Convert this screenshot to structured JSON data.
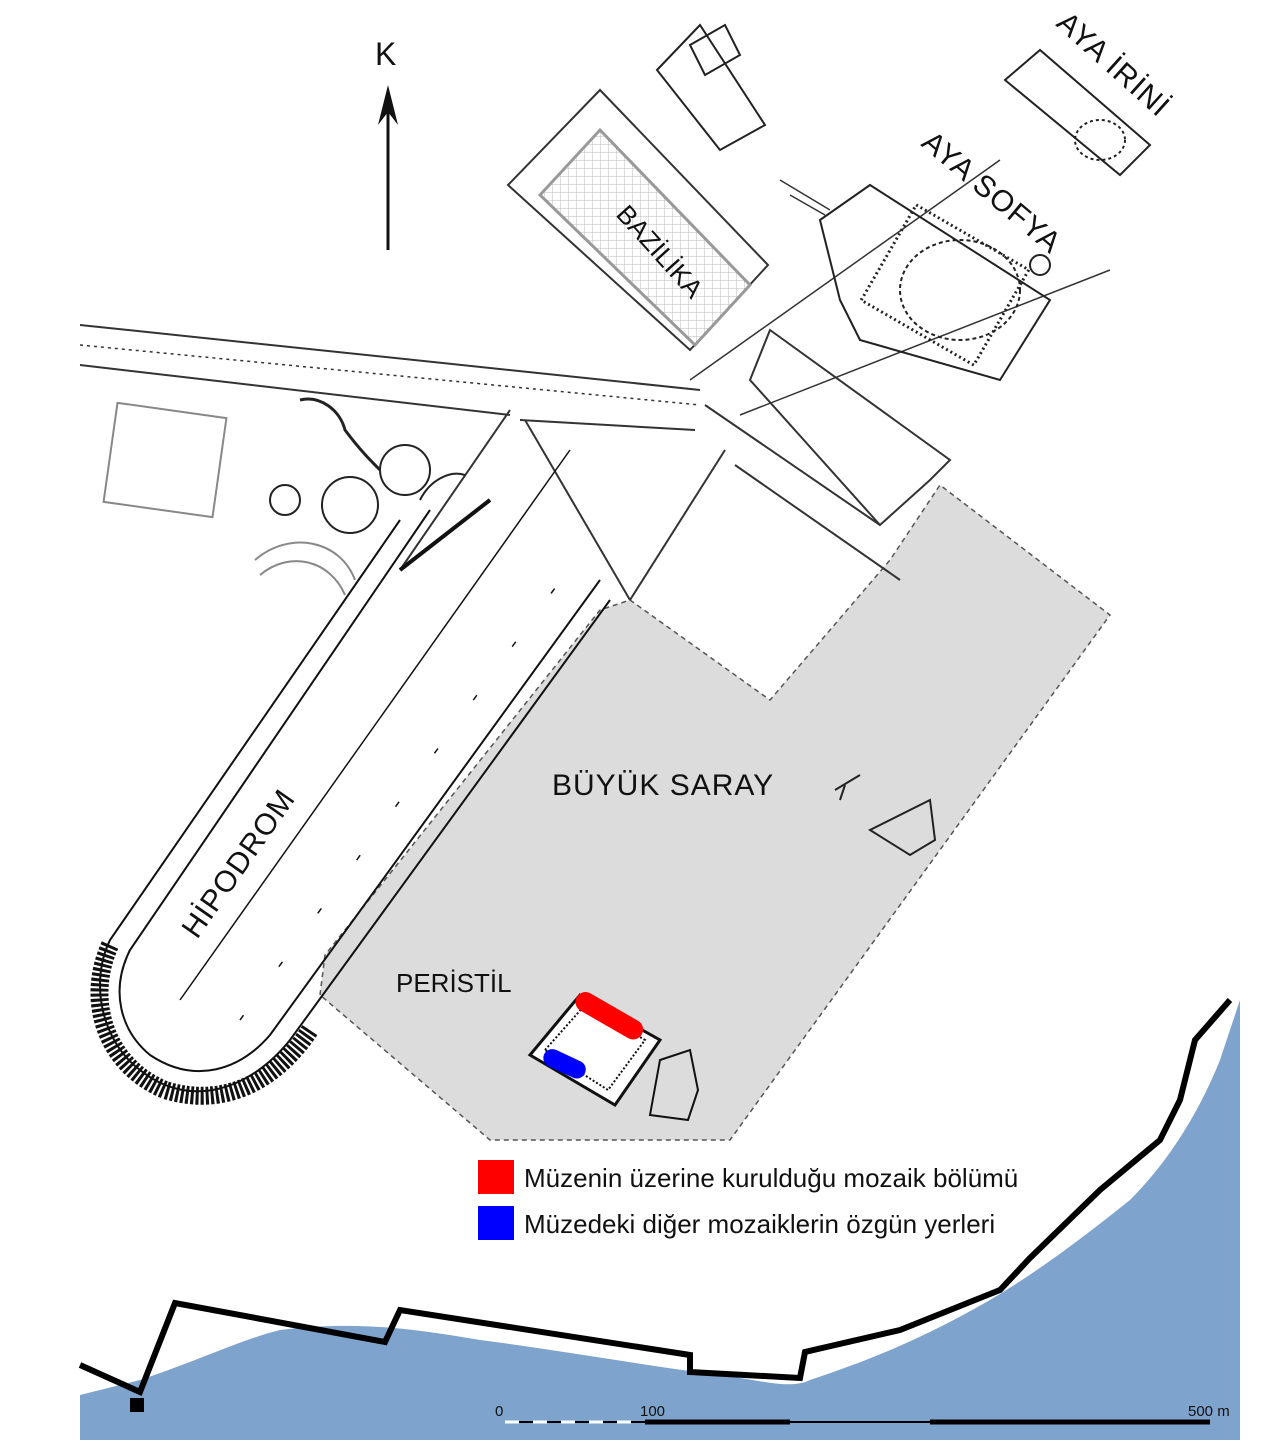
{
  "map": {
    "compass": {
      "label": "K"
    },
    "labels": {
      "aya_irini": "AYA İRİNİ",
      "aya_sofya": "AYA SOFYA",
      "bazilika": "BAZİLİKA",
      "buyuk_saray": "BÜYÜK SARAY",
      "hipodrom": "HİPODROM",
      "peristil": "PERİSTİL"
    },
    "legend": [
      {
        "color": "#ff0000",
        "label": "Müzenin üzerine kurulduğu mozaik bölümü"
      },
      {
        "color": "#0000ff",
        "label": "Müzedeki diğer mozaiklerin özgün yerleri"
      }
    ],
    "scale": {
      "start": "0",
      "mid": "100",
      "end": "500 m"
    },
    "colors": {
      "sea": "#7ea3cc",
      "palace_area": "#dcdcdc",
      "wall": "#000000"
    }
  }
}
